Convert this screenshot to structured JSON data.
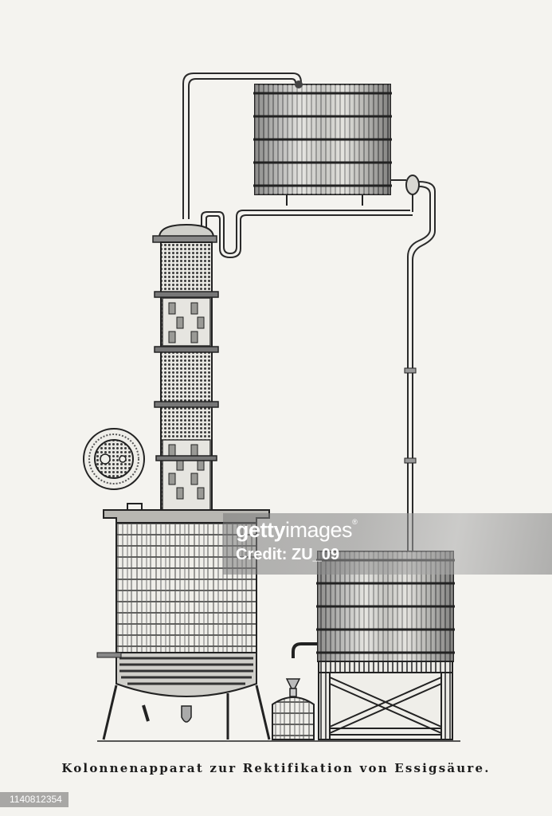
{
  "image": {
    "subject": "Engraving of a column apparatus for rectification of acetic acid",
    "background_color": "#f4f3ef",
    "ink_color": "#1c1c1c"
  },
  "caption": {
    "text": "Kolonnenapparat zur Rektifikation von Essigsäure."
  },
  "watermark": {
    "brand_bold": "getty",
    "brand_light": "images",
    "registered_mark": "®",
    "credit": "Credit: ZU_09"
  },
  "image_id": {
    "label": "1140812354"
  },
  "components": [
    {
      "name": "distillation-column",
      "label": "Column with perforated sections and bubble-cap trays"
    },
    {
      "name": "still-kettle",
      "label": "Heated still with heating coil, on tripod legs"
    },
    {
      "name": "condenser-tank",
      "label": "Elevated banded cooling tank"
    },
    {
      "name": "receiver-tank",
      "label": "Banded receiving tank on cross-braced stand"
    },
    {
      "name": "tray-cross-section",
      "label": "Circular cross-section of column tray"
    },
    {
      "name": "wicker-demijohn",
      "label": "Wicker-covered bottle with funnel"
    }
  ]
}
